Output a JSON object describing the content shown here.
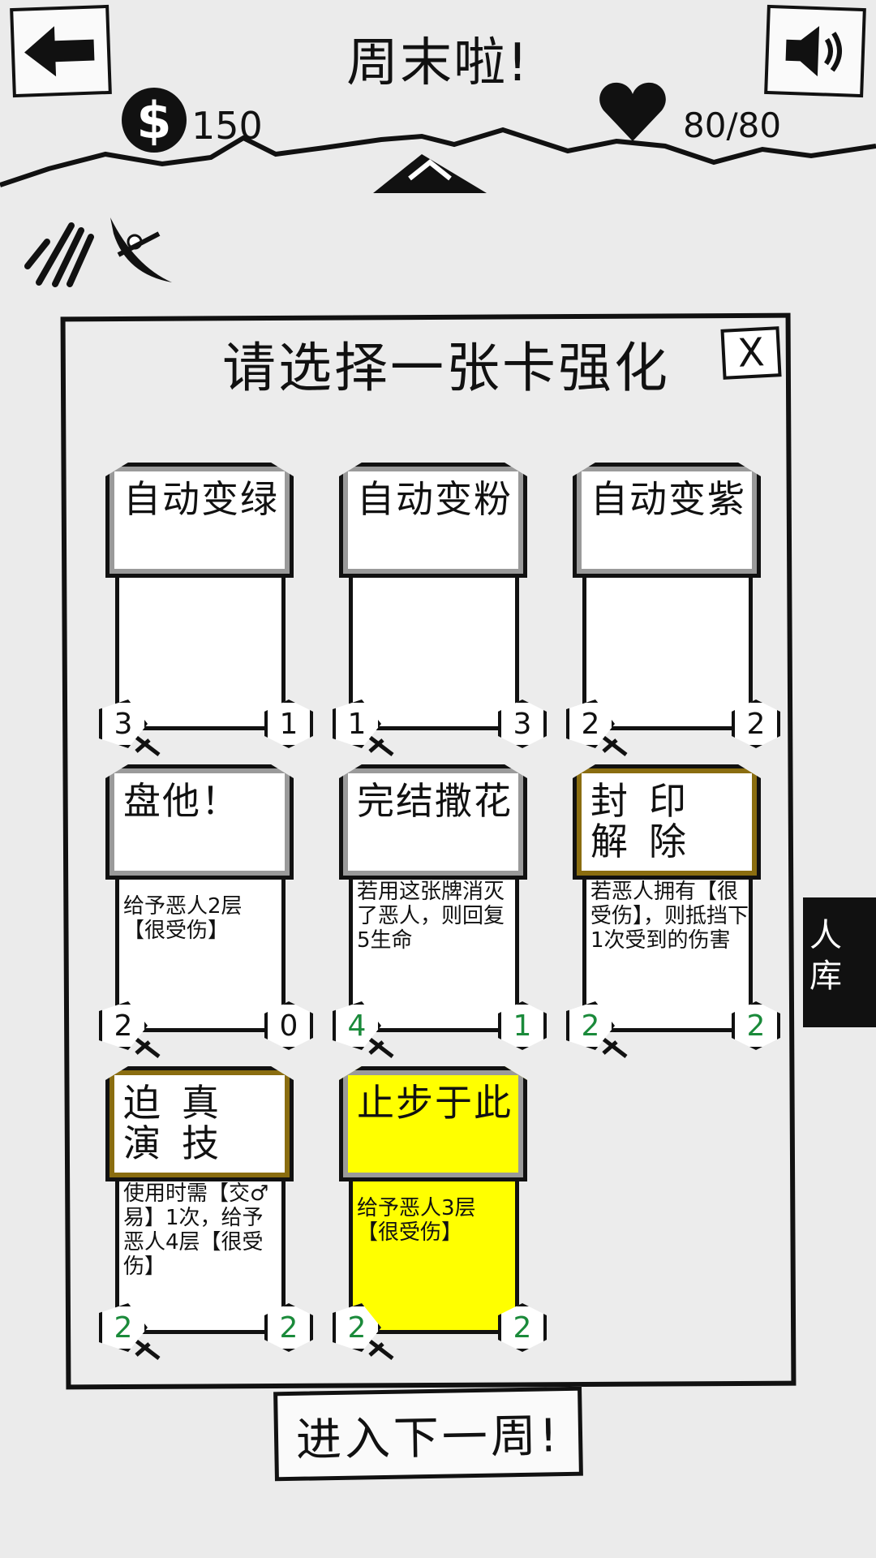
{
  "header": {
    "title": "周末啦!",
    "back_icon": "arrow-left-icon",
    "sound_icon": "speaker-icon",
    "money": "150",
    "hp": "80/80"
  },
  "relics": [
    {
      "icon": "bundle-sticks-icon"
    },
    {
      "icon": "crescent-blade-icon"
    }
  ],
  "panel": {
    "title": "请选择一张卡强化",
    "close_label": "X"
  },
  "cards": [
    {
      "title": "自动变绿",
      "desc": "",
      "left": "3",
      "right": "1",
      "style": "normal",
      "left_green": false,
      "right_green": false
    },
    {
      "title": "自动变粉",
      "desc": "",
      "left": "1",
      "right": "3",
      "style": "normal",
      "left_green": false,
      "right_green": false
    },
    {
      "title": "自动变紫",
      "desc": "",
      "left": "2",
      "right": "2",
      "style": "normal",
      "left_green": false,
      "right_green": false
    },
    {
      "title": "盘他！",
      "desc": "给予恶人2层【很受伤】",
      "left": "2",
      "right": "0",
      "style": "normal",
      "left_green": false,
      "right_green": false
    },
    {
      "title": "完结撒花",
      "desc": "若用这张牌消灭了恶人，则回复5生命",
      "left": "4",
      "right": "1",
      "style": "normal",
      "left_green": true,
      "right_green": true
    },
    {
      "title": "封印解除",
      "desc": "若恶人拥有【很受伤】，则抵挡下1次受到的伤害",
      "left": "2",
      "right": "2",
      "style": "gold",
      "left_green": true,
      "right_green": true
    },
    {
      "title": "迫真演技",
      "desc": "使用时需【交♂易】1次，给予恶人4层【很受伤】",
      "left": "2",
      "right": "2",
      "style": "gold",
      "left_green": true,
      "right_green": true
    },
    {
      "title": "止步于此",
      "desc": "给予恶人3层【很受伤】",
      "left": "2",
      "right": "2",
      "style": "yellow",
      "left_green": true,
      "right_green": true
    }
  ],
  "side_tab": {
    "label": "人\n库"
  },
  "next_button": {
    "label": "进入下一周!"
  },
  "colors": {
    "highlight": "#ffff00",
    "gold_border": "#8a6d10",
    "green_stat": "#1a8a3a"
  }
}
